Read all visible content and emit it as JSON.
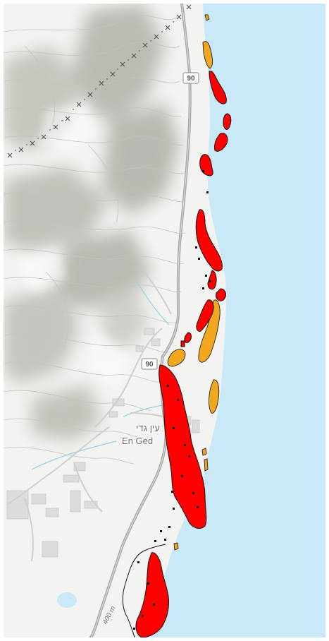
{
  "map": {
    "highway_shield_top": "90",
    "highway_shield_mid": "90",
    "place_label_hebrew": "עין גדי",
    "place_label_latin": "En Ged",
    "elevation_label": "400 m"
  },
  "colors": {
    "sea": "#c9e9f8",
    "land": "#f3f3f1",
    "hillshade": "#9d9c92",
    "contour": "#bdbdb8",
    "road": "#b2b2b2",
    "road_main": "#a9a9a9",
    "hazard_high": "#ff0000",
    "hazard_medium": "#f2a81e",
    "outline": "#111111",
    "border_marks": "#555555"
  },
  "icons": {
    "border_line": "x-mark-dotted-line",
    "road_shield": "highway-shield"
  }
}
